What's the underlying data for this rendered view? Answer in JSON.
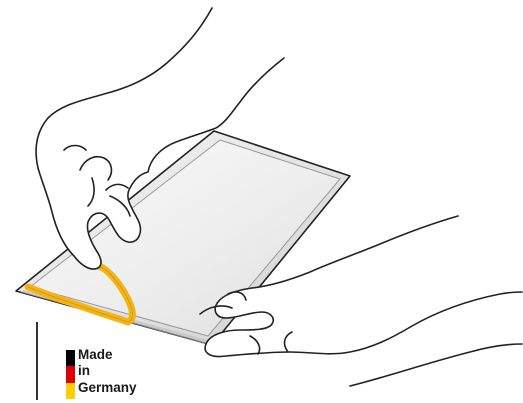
{
  "badge": {
    "lines": [
      "Made",
      "in",
      "Germany"
    ],
    "flag_colors": {
      "black": "#000000",
      "red": "#dd0000",
      "gold": "#ffce00"
    }
  },
  "illustration": {
    "description_icon": "hands-peeling-protective-film-icon",
    "colors": {
      "outline": "#222222",
      "film_fill": "#e8e8e8",
      "film_highlight": "#f6f6f6",
      "pull_tab": "#f2b515"
    }
  }
}
